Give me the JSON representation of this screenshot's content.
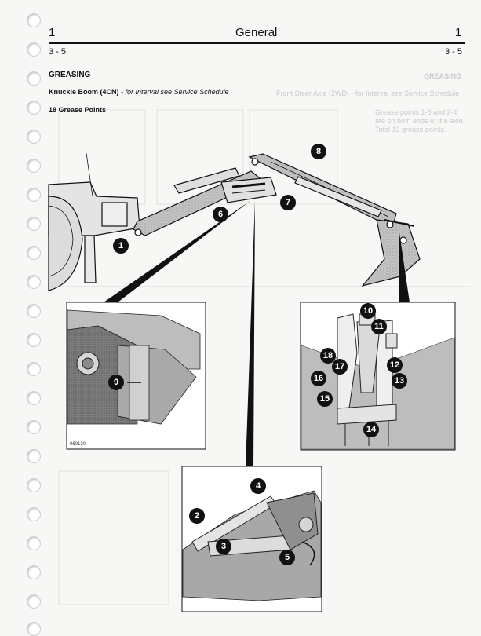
{
  "header": {
    "section_number_left": "1",
    "title": "General",
    "section_number_right": "1",
    "page_left": "3 - 5",
    "page_right": "3 - 5"
  },
  "content": {
    "heading": "GREASING",
    "subheading_bold": "Knuckle Boom (4CN)",
    "subheading_italic": "- for Interval see Service Schedule",
    "grease_points": "18 Grease Points"
  },
  "bleed_through": {
    "line1": "GREASING",
    "line2": "Front Steer Axle (2WD) - for Interval see Service Schedule",
    "line3": "Grease points 1-8 and 2-4",
    "line4": "are on both ends of the axle.",
    "line5": "Total 12 grease points."
  },
  "figure": {
    "detail_code": "060130",
    "callouts": [
      "1",
      "2",
      "3",
      "4",
      "5",
      "6",
      "7",
      "8",
      "9",
      "10",
      "11",
      "12",
      "13",
      "14",
      "15",
      "16",
      "17",
      "18"
    ]
  }
}
